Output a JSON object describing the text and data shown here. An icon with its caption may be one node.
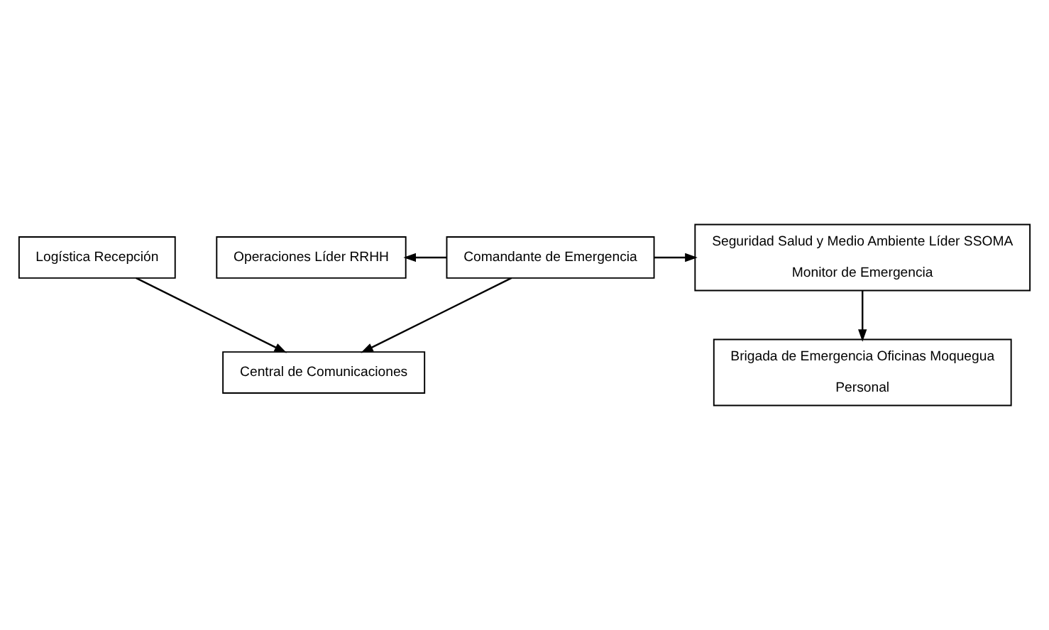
{
  "diagram": {
    "nodes": [
      {
        "text": [
          "Comandante de Emergencia"
        ]
      },
      {
        "text": [
          "Operaciones Líder RRHH"
        ]
      },
      {
        "text": [
          "Seguridad Salud y Medio Ambiente Líder SSOMA",
          "Monitor de Emergencia"
        ]
      },
      {
        "text": [
          "Logística Recepción"
        ]
      },
      {
        "text": [
          "Central de Comunicaciones"
        ]
      },
      {
        "text": [
          "Brigada de Emergencia Oficinas Moquegua",
          "Personal"
        ]
      }
    ],
    "edges": [
      {
        "from": 0,
        "to": 1,
        "arrow": "to"
      },
      {
        "from": 0,
        "to": 2,
        "arrow": "to"
      },
      {
        "from": 0,
        "to": 4,
        "arrow": "to"
      },
      {
        "from": 3,
        "to": 4,
        "arrow": "to"
      },
      {
        "from": 2,
        "to": 5,
        "arrow": "to"
      }
    ]
  }
}
